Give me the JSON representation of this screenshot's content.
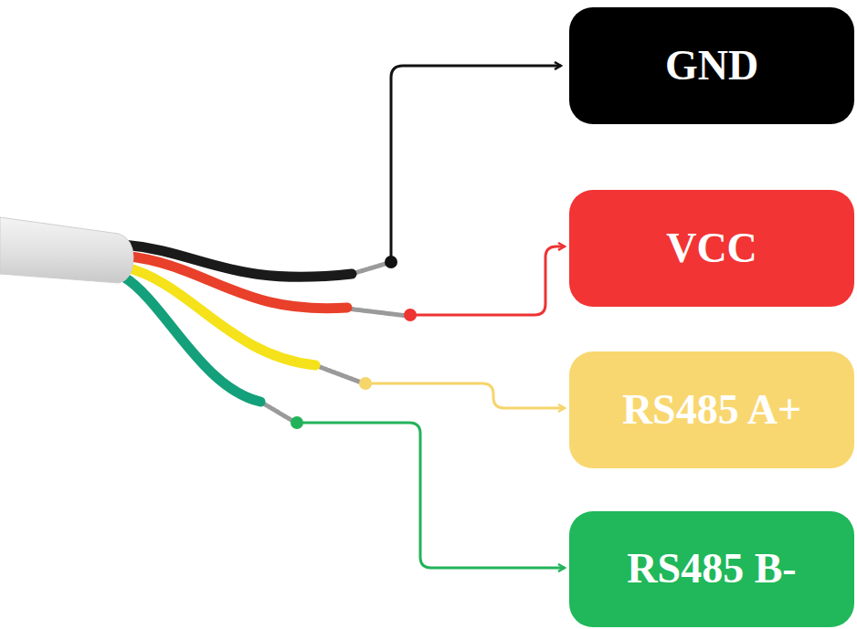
{
  "diagram": {
    "nodes": [
      {
        "text": [
          "GND"
        ]
      },
      {
        "text": [
          "VCC"
        ]
      },
      {
        "text": [
          "RS485 A+"
        ]
      },
      {
        "text": [
          "RS485 B-"
        ]
      }
    ]
  }
}
